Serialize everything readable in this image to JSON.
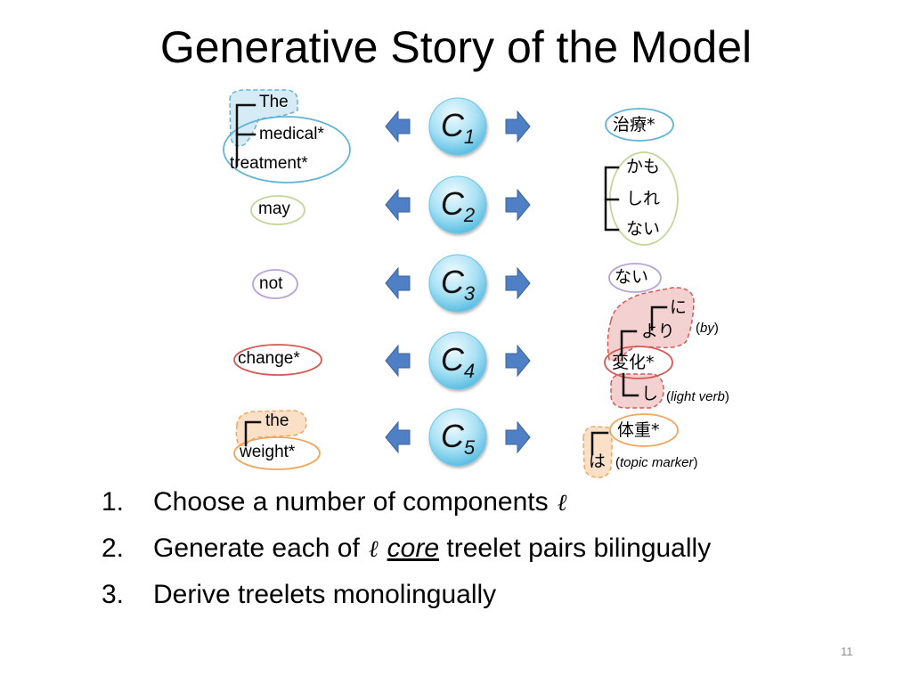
{
  "title": "Generative Story of the Model",
  "components": [
    "C",
    "C",
    "C",
    "C",
    "C"
  ],
  "component_indices": [
    "1",
    "2",
    "3",
    "4",
    "5"
  ],
  "english": {
    "the_1": "The",
    "medical": "medical*",
    "treatment": "treatment*",
    "may": "may",
    "not": "not",
    "change": "change*",
    "the_2": "the",
    "weight": "weight*"
  },
  "japanese": {
    "chiryou": "治療*",
    "kamo": "かも",
    "shire": "しれ",
    "nai_1": "ない",
    "nai_2": "ない",
    "ni": "に",
    "yori": "より",
    "henka": "変化*",
    "shi": "し",
    "taijuu": "体重*",
    "wa": "は"
  },
  "glosses": {
    "by": "by",
    "light_verb": "light verb",
    "topic_marker": "topic marker"
  },
  "steps": [
    {
      "num": "1.",
      "text": "Choose a number of components"
    },
    {
      "num": "2.",
      "pre": "Generate each of",
      "core": "core",
      "post": "treelet pairs bilingually"
    },
    {
      "num": "3.",
      "text": "Derive treelets monolingually"
    }
  ],
  "ell_symbol": "ℓ",
  "page_number": "11",
  "colors": {
    "arrow_fill": "#4f7fc4",
    "arrow_stroke": "#3b6399",
    "circle_light": "#e4f6fd",
    "circle_dark": "#5fc3e6",
    "blue_group": "#d5ecf7",
    "red_group": "#f3d1d0",
    "orange_group": "#fbe0c8",
    "green_ring": "#c2d69b",
    "purple_ring": "#b6a5d4",
    "red_ring": "#d45a55",
    "orange_ring": "#f2a65f",
    "blue_ring": "#61b4d8"
  }
}
